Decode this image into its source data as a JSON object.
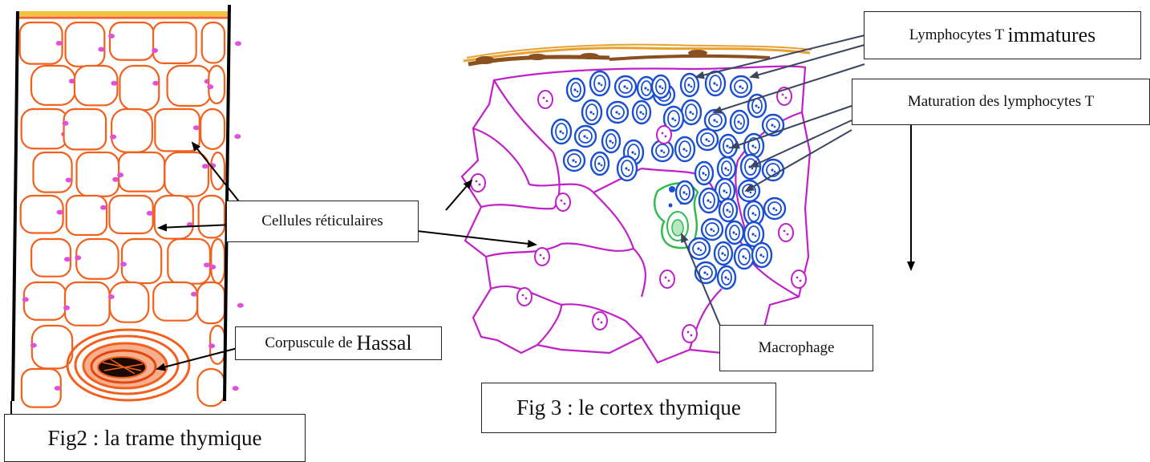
{
  "fig2": {
    "caption": "Fig2 : la trame thymique"
  },
  "fig3": {
    "caption": "Fig 3 : le cortex thymique"
  },
  "labels": {
    "cellules_reticulaires": "Cellules réticulaires",
    "corpuscule_prefix": "Corpuscule de ",
    "corpuscule_name": "Hassal",
    "lymphocytes_prefix": "Lymphocytes T ",
    "lymphocytes_suffix": "immatures",
    "maturation": "Maturation des lymphocytes T",
    "macrophage": "Macrophage"
  },
  "colors": {
    "reticular_orange": "#f2601e",
    "reticular_nucleus": "#e050d8",
    "cortex_magenta": "#c020c8",
    "lymphocyte_blue": "#1a4fd0",
    "macrophage_green": "#2ebd4a",
    "capsule_brown": "#8a5020",
    "capsule_orange": "#e8a030",
    "hassal_dark": "#1a0a00"
  }
}
